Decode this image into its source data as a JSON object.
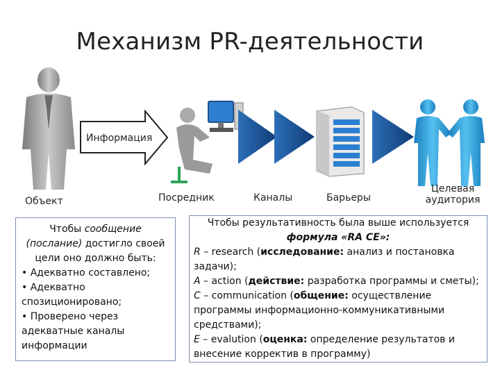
{
  "title": "Механизм PR-деятельности",
  "labels": {
    "info": "Информация",
    "object": "Объект",
    "mediator": "Посредник",
    "channels": "Каналы",
    "barriers": "Барьеры",
    "audience_1": "Целевая",
    "audience_2": "аудитория"
  },
  "left_box": {
    "l1a": "Чтобы ",
    "l1b": "сообщение",
    "l2a": "(послание)",
    "l2b": " достигло своей",
    "l3": "цели оно должно быть:",
    "b1": "• Адекватно составлено;",
    "b2a": "• Адекватно",
    "b2b": "спозиционировано;",
    "b3a": "• Проверено через",
    "b3b": "адекватные каналы",
    "b3c": "информации"
  },
  "right_box": {
    "intro": "Чтобы результативность была выше используется",
    "formula": "формула «RA CE»:",
    "r_letter": "R",
    "r_text": " – research (",
    "r_bold": "исследование:",
    "r_rest": " анализ и постановка задачи);",
    "a_letter": "A",
    "a_text": " – action (",
    "a_bold": "действие:",
    "a_rest": " разработка программы и сметы);",
    "c_letter": "C",
    "c_text": " – communication (",
    "c_bold": "общение:",
    "c_rest": " осуществление программы информационно-коммуникативными средствами);",
    "e_letter": "E",
    "e_text": " – evalution (",
    "e_bold": "оценка:",
    "e_rest": " определение результатов и внесение корректив в программу)"
  },
  "colors": {
    "person_gray": "#9a9a9a",
    "person_blue": "#3aa0d8",
    "triangle_blue": "#1e5fa8",
    "server_blue": "#2a7fd0",
    "box_border": "#7a8fb0"
  },
  "icons": [
    "person-icon",
    "computer-user-icon",
    "server-icon",
    "handshake-icon",
    "arrow-icon"
  ]
}
